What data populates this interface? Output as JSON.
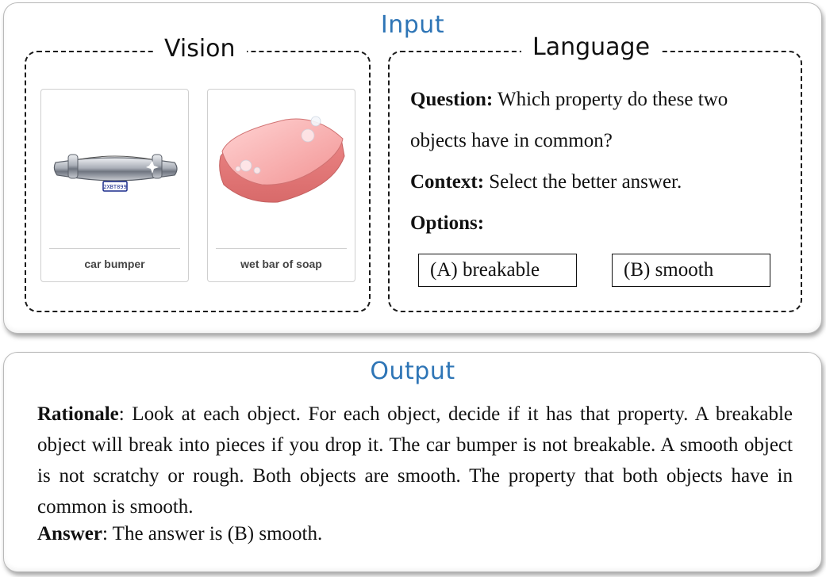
{
  "input": {
    "title": "Input",
    "vision": {
      "label": "Vision",
      "images": [
        {
          "caption": "car bumper",
          "plate_text": "2XBT899"
        },
        {
          "caption": "wet bar of soap"
        }
      ]
    },
    "language": {
      "label": "Language",
      "question_label": "Question:",
      "question_line1": "Which property do these two",
      "question_line2": "objects have in common?",
      "context_label": "Context:",
      "context_text": "Select the better answer.",
      "options_label": "Options:",
      "options": [
        "(A) breakable",
        "(B) smooth"
      ]
    }
  },
  "output": {
    "title": "Output",
    "rationale_label": "Rationale",
    "rationale_text": ": Look at each object. For each object, decide if it has that property. A breakable object will break into pieces if you drop it. The car bumper is not breakable. A smooth object is not scratchy or rough. Both objects are smooth. The property that both objects have in common is smooth.",
    "answer_label": "Answer",
    "answer_text": ": The answer is (B) smooth."
  },
  "colors": {
    "title_blue": "#2e75b6",
    "soap_pink": "#f4a3a3",
    "bumper_silver": "#b8bcc4"
  }
}
